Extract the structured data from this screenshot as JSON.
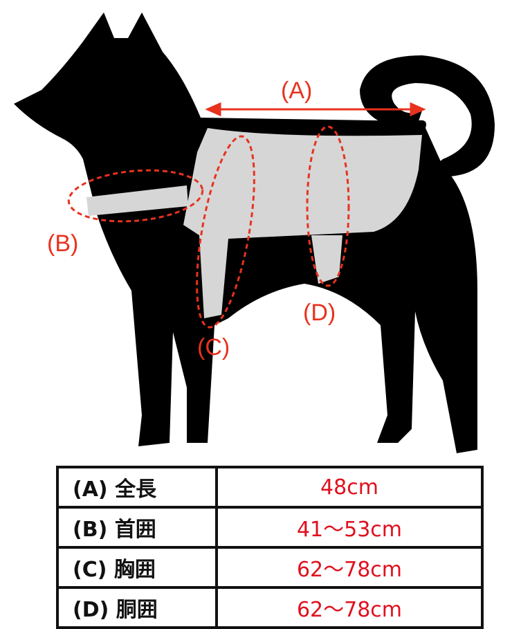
{
  "labels": {
    "a": "(A)",
    "b": "(B)",
    "c": "(C)",
    "d": "(D)"
  },
  "colors": {
    "silhouette": "#000000",
    "coat": "#d4d4d4",
    "measure": "#e8321e",
    "value_text": "#e0101e"
  },
  "table": [
    {
      "key": "(A) 全長",
      "value": "48cm"
    },
    {
      "key": "(B) 首囲",
      "value": "41〜53cm"
    },
    {
      "key": "(C) 胸囲",
      "value": "62〜78cm"
    },
    {
      "key": "(D) 胴囲",
      "value": "62〜78cm"
    }
  ]
}
